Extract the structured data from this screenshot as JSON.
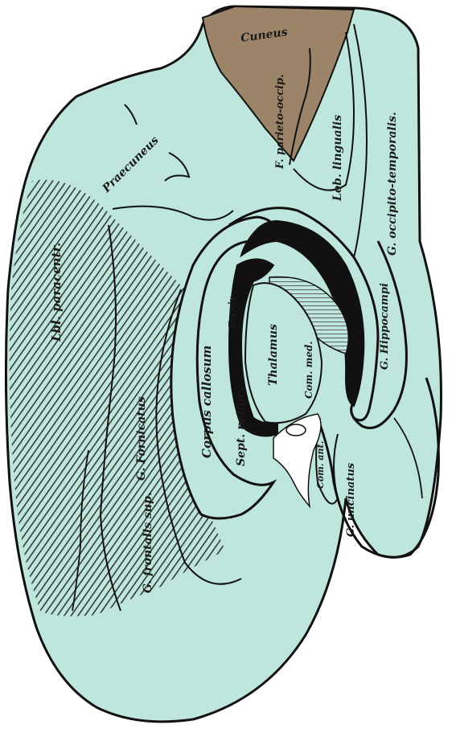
{
  "colors": {
    "tissue": "#bfe6dc",
    "cuneus": "#9b8467",
    "outline": "#111111",
    "hatch": "#333a38",
    "background": "#ffffff"
  },
  "labels": {
    "cuneus": "Cuneus",
    "parieto_occip": "F. parieto-occip.",
    "lob_lingualis": "Lob. lingualis",
    "occipito_temporalis": "G. occipito-temporalis.",
    "praecuneus": "Praecuneus",
    "lob_paracentralis": "Lbl. paracentr.",
    "fornix": "Fornix",
    "g_hippocampi": "G. Hippocampi",
    "thalamus": "Thalamus",
    "com_med": "Com. med.",
    "corpus_callosum": "Corpus callosum",
    "sept_pelluc": "Sept. pelluc.",
    "g_fornicatus": "G. Fornicatus",
    "com_ant": "Com. ant.",
    "g_uncinatus": "G. uncinatus",
    "g_frontalis_sup": "G. frontalis sup."
  }
}
